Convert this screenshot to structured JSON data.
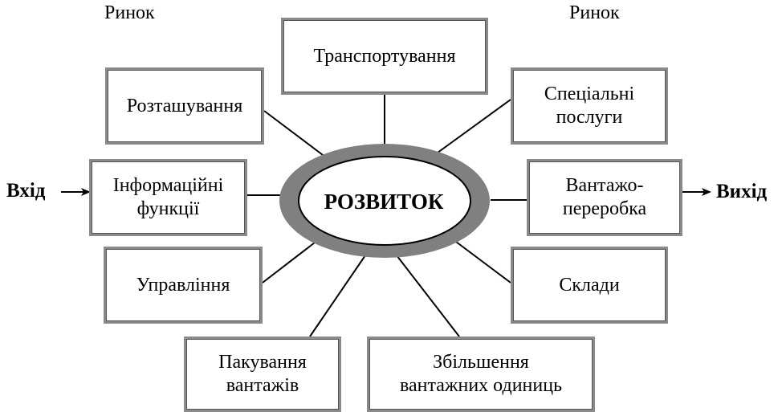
{
  "center": {
    "label": "РОЗВИТОК"
  },
  "markets": {
    "left": "Ринок",
    "right": "Ринок"
  },
  "io": {
    "input": "Вхід",
    "output": "Вихід"
  },
  "boxes": {
    "transport": "Транспортування",
    "location": "Розташування",
    "special_services": "Спеціальні\nпослуги",
    "info_functions": "Інформаційні\nфункції",
    "cargo_handling": "Вантажо-\nпереробка",
    "management": "Управління",
    "warehouses": "Склади",
    "cargo_packing": "Пакування\nвантажів",
    "unit_enlargement": "Збільшення\nвантажних одиниць"
  },
  "colors": {
    "ring": "#808080",
    "border": "#8a8a8a",
    "line": "#000000"
  }
}
